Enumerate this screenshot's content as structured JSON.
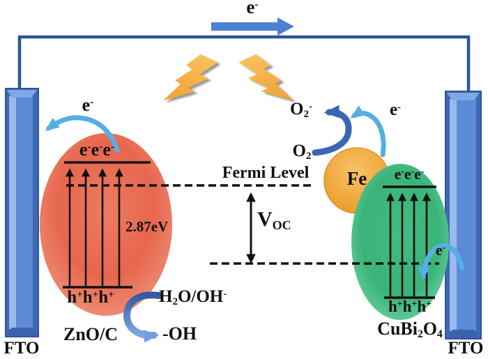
{
  "colors": {
    "wire": "#2E5597",
    "electrode_face": "#5C8AD6",
    "electrode_light": "#9ABAEC",
    "electrode_dark": "#3E69B2",
    "electrode_bevel": "#7FA8E4",
    "electron_arrow": "#56AEE4",
    "reaction_arrow": "#3A66B2",
    "circuit_arrow": "#4C80D6",
    "lightning": "#F5AE45",
    "zno_ellipse": "#E7664E",
    "cubi_ellipse": "#3CB57B",
    "fe_circle": "#F0A83C",
    "band_line": "#111111",
    "text": "#111111"
  },
  "labels": {
    "top_electron": [
      {
        "t": "e"
      },
      {
        "sup": "-"
      }
    ],
    "left_electron": [
      {
        "t": "e"
      },
      {
        "sup": "-"
      }
    ],
    "zno_electrons": [
      {
        "t": "e"
      },
      {
        "sup": "-"
      },
      {
        "t": "e"
      },
      {
        "sup": "-"
      },
      {
        "t": "e"
      },
      {
        "sup": "-"
      }
    ],
    "zno_holes": [
      {
        "t": "h"
      },
      {
        "sup": "+"
      },
      {
        "t": "h"
      },
      {
        "sup": "+"
      },
      {
        "t": "h"
      },
      {
        "sup": "+"
      }
    ],
    "bandgap": "2.87eV",
    "fermi_level": "Fermi Level",
    "voc": [
      {
        "t": "V"
      },
      {
        "sub": "OC"
      }
    ],
    "o2_radical": [
      {
        "t": "O"
      },
      {
        "sub": "2"
      },
      {
        "sup": "-"
      }
    ],
    "o2": [
      {
        "t": "O"
      },
      {
        "sub": "2"
      }
    ],
    "electron_to_o2": [
      {
        "t": "e"
      },
      {
        "sup": "-"
      }
    ],
    "fe": "Fe",
    "cubi_electrons": [
      {
        "t": "e"
      },
      {
        "sup": "-"
      },
      {
        "t": "e"
      },
      {
        "sup": "-"
      },
      {
        "t": "e"
      },
      {
        "sup": "-"
      }
    ],
    "cubi_holes": [
      {
        "t": "h"
      },
      {
        "sup": "+"
      },
      {
        "t": "h"
      },
      {
        "sup": "+"
      },
      {
        "t": "h"
      },
      {
        "sup": "+"
      }
    ],
    "electron_to_cubi": [
      {
        "t": "e"
      },
      {
        "sup": "-"
      }
    ],
    "h2o_oh": [
      {
        "t": "H"
      },
      {
        "sub": "2"
      },
      {
        "t": "O/OH"
      },
      {
        "sup": "-"
      }
    ],
    "oh_radical": "-OH",
    "zno_name": "ZnO/C",
    "cubi_name": [
      {
        "t": "CuBi"
      },
      {
        "sub": "2"
      },
      {
        "t": "O"
      },
      {
        "sub": "4"
      }
    ],
    "fto_left": "FTO",
    "fto_right": "FTO"
  }
}
